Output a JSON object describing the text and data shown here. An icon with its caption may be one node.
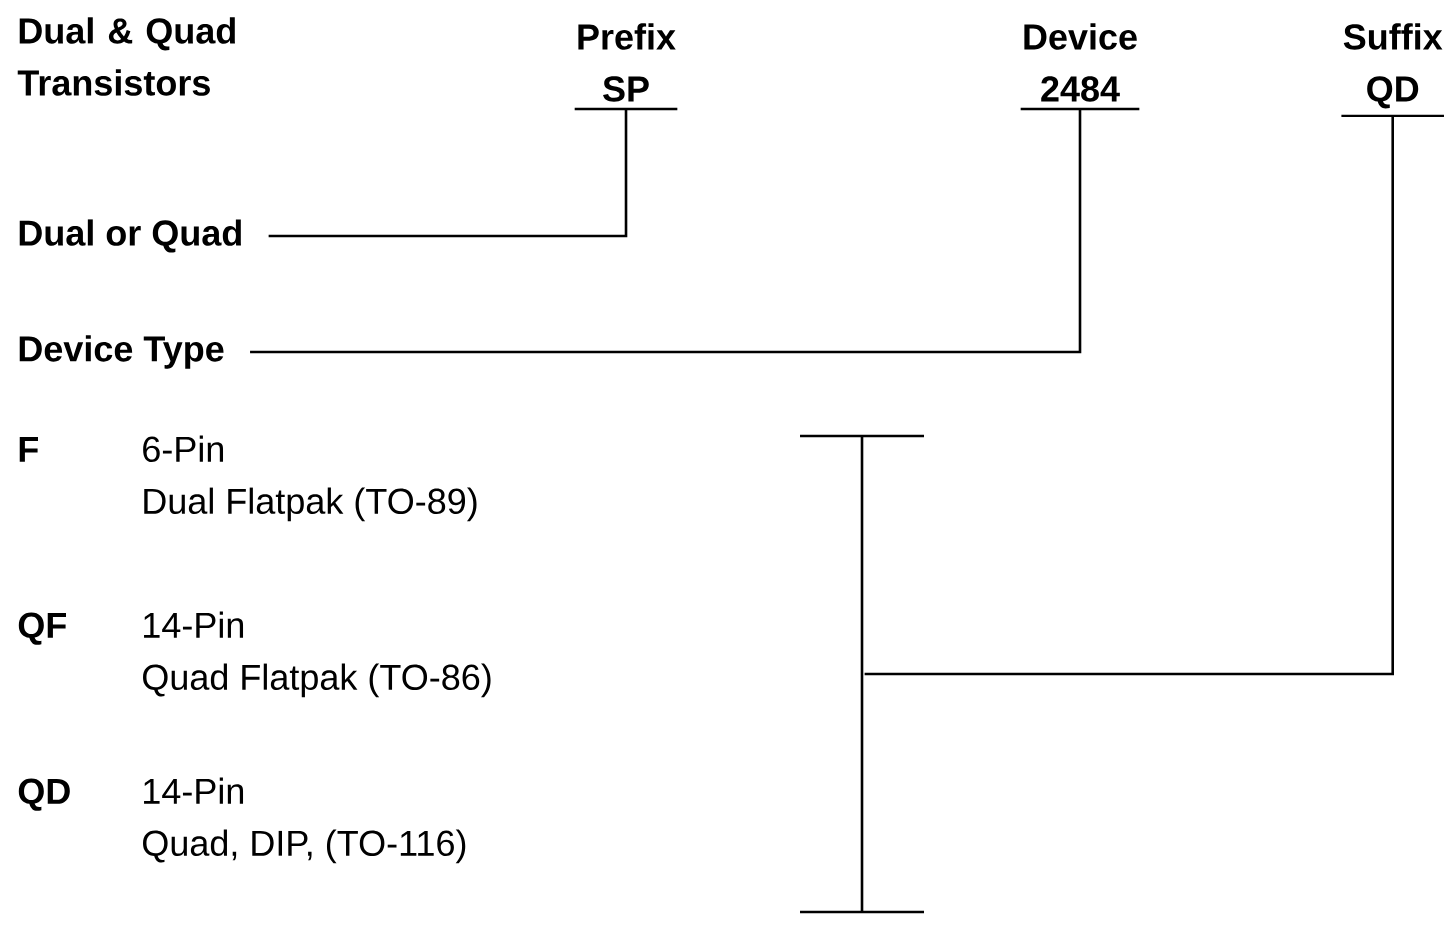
{
  "diagram": {
    "nodes": [
      {
        "text": [
          "Prefix",
          "SP"
        ]
      },
      {
        "text": [
          "Device",
          "2484"
        ]
      },
      {
        "text": [
          "Suffix",
          "QD"
        ]
      },
      {
        "text": [
          "Dual or Quad"
        ]
      },
      {
        "text": [
          "Device Type"
        ]
      },
      {
        "text": [
          "F",
          "6-Pin",
          "Dual Flatpak (TO-89)"
        ]
      },
      {
        "text": [
          "QF",
          "14-Pin",
          "Quad Flatpak (TO-86)"
        ]
      },
      {
        "text": [
          "QD",
          "14-Pin",
          "Quad, DIP, (TO-116)"
        ]
      },
      {
        "text": [],
        "shape": "bar"
      }
    ],
    "edges": [
      {
        "from": 3,
        "to": 0,
        "arrow": "none"
      },
      {
        "from": 4,
        "to": 1,
        "arrow": "none"
      },
      {
        "from": 8,
        "to": 2,
        "arrow": "none"
      }
    ],
    "labels": [
      "Dual & Quad Transistors"
    ]
  }
}
